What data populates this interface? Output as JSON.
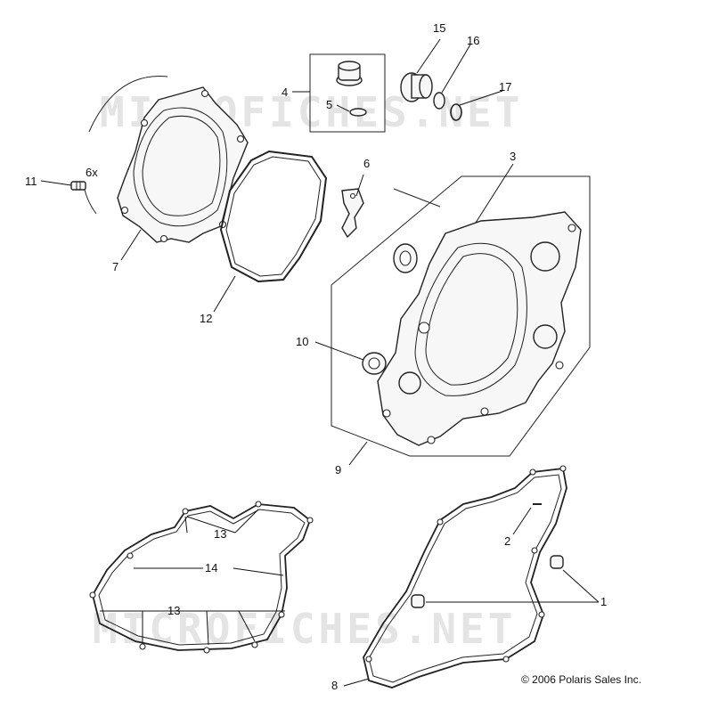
{
  "watermark": "MICROFICHES.NET",
  "copyright": "© 2006 Polaris Sales Inc.",
  "callouts": {
    "c1": "1",
    "c2": "2",
    "c3": "3",
    "c4": "4",
    "c5": "5",
    "c6": "6",
    "c6x": "6x",
    "c7": "7",
    "c8": "8",
    "c9": "9",
    "c10": "10",
    "c11": "11",
    "c12": "12",
    "c13a": "13",
    "c13b": "13",
    "c14": "14",
    "c15": "15",
    "c16": "16",
    "c17": "17"
  }
}
